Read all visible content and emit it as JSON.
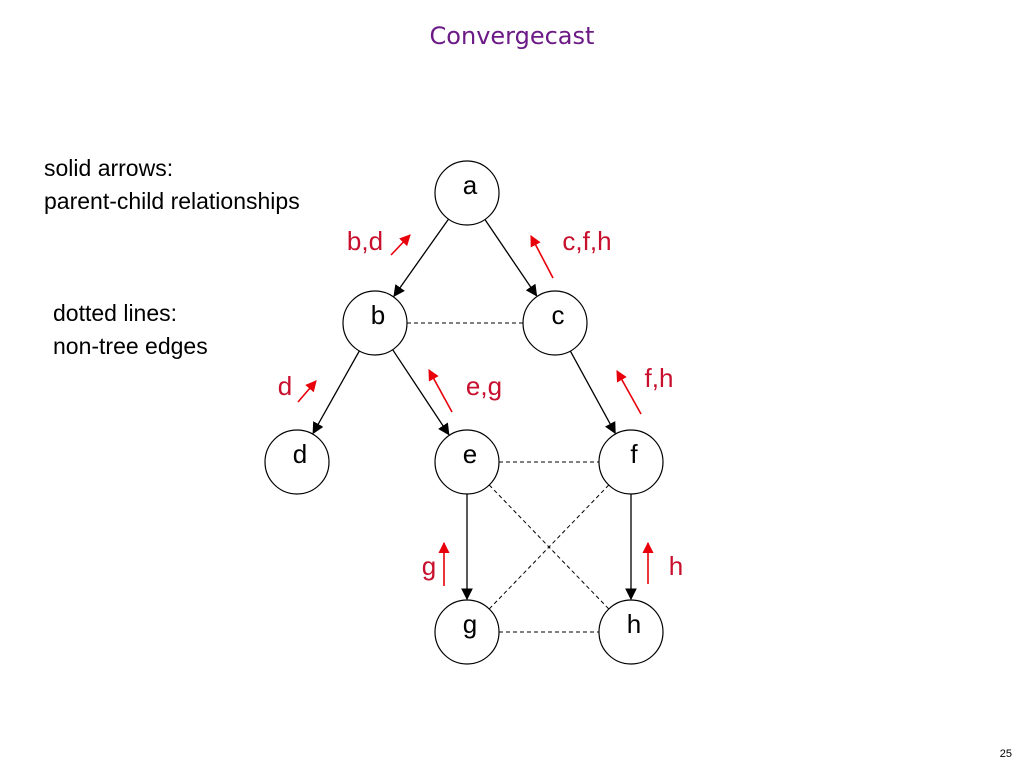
{
  "title": "Convergecast",
  "legend": {
    "solid_line1": "solid arrows:",
    "solid_line2": "parent-child relationships",
    "dotted_line1": "dotted lines:",
    "dotted_line2": "non-tree edges"
  },
  "nodes": [
    {
      "id": "a",
      "label": "a"
    },
    {
      "id": "b",
      "label": "b"
    },
    {
      "id": "c",
      "label": "c"
    },
    {
      "id": "d",
      "label": "d"
    },
    {
      "id": "e",
      "label": "e"
    },
    {
      "id": "f",
      "label": "f"
    },
    {
      "id": "g",
      "label": "g"
    },
    {
      "id": "h",
      "label": "h"
    }
  ],
  "tree_edges": [
    {
      "from": "a",
      "to": "b"
    },
    {
      "from": "a",
      "to": "c"
    },
    {
      "from": "b",
      "to": "d"
    },
    {
      "from": "b",
      "to": "e"
    },
    {
      "from": "c",
      "to": "f"
    },
    {
      "from": "e",
      "to": "g"
    },
    {
      "from": "f",
      "to": "h"
    }
  ],
  "nontree_edges": [
    {
      "from": "b",
      "to": "c"
    },
    {
      "from": "e",
      "to": "f"
    },
    {
      "from": "e",
      "to": "h"
    },
    {
      "from": "f",
      "to": "g"
    },
    {
      "from": "g",
      "to": "h"
    }
  ],
  "messages": [
    {
      "edge": "b-a",
      "label": "b,d"
    },
    {
      "edge": "c-a",
      "label": "c,f,h"
    },
    {
      "edge": "d-b",
      "label": "d"
    },
    {
      "edge": "e-b",
      "label": "e,g"
    },
    {
      "edge": "f-c",
      "label": "f,h"
    },
    {
      "edge": "g-e",
      "label": "g"
    },
    {
      "edge": "h-f",
      "label": "h"
    }
  ],
  "colors": {
    "title": "#6b1a86",
    "message": "#c8102e",
    "arrow": "#e8000b"
  },
  "page_number": "25"
}
